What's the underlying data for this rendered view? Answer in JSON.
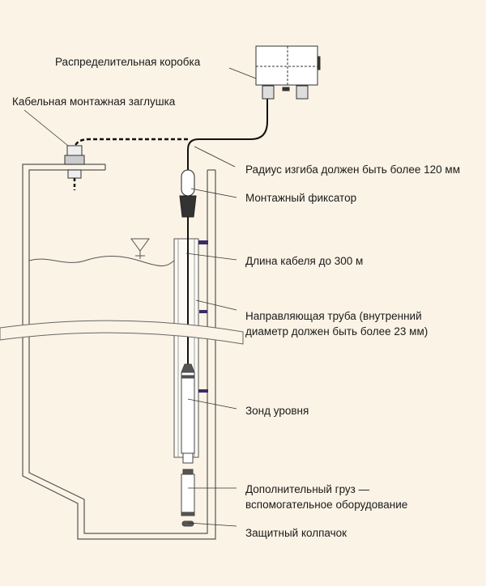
{
  "labels": {
    "junction_box": "Распределительная коробка",
    "cable_plug": "Кабельная монтажная заглушка",
    "bend_radius": "Радиус изгиба должен быть более 120 мм",
    "clamp": "Монтажный фиксатор",
    "cable_length": "Длина кабеля до 300 м",
    "guide_tube_1": "Направляющая труба (внутренний",
    "guide_tube_2": "диаметр должен быть более 23 мм)",
    "probe": "Зонд уровня",
    "weight_1": "Дополнительный груз —",
    "weight_2": "вспомогательное оборудование",
    "cap": "Защитный колпачок"
  },
  "colors": {
    "background": "#fbf3e6",
    "line": "#333333",
    "marker": "#3a2a6a"
  }
}
